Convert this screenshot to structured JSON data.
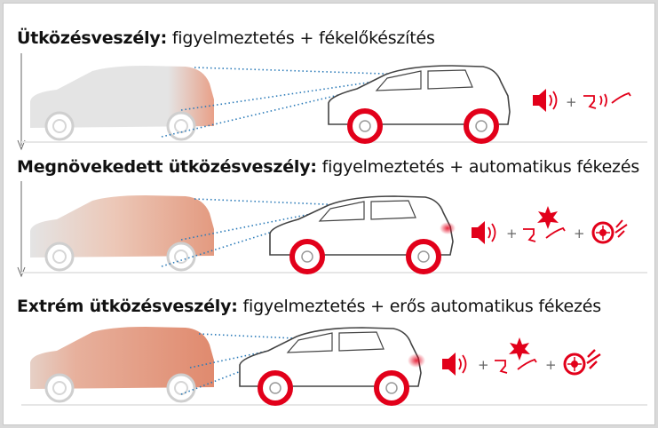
{
  "rows": [
    {
      "heading": "Ütközésveszély:",
      "detail": "figyelmeztetés + fékelőkészítés",
      "level": 1
    },
    {
      "heading": "Megnövekedett ütközésveszély:",
      "detail": "figyelmeztetés + automatikus fékezés",
      "level": 2
    },
    {
      "heading": "Extrém ütközésveszély:",
      "detail": "figyelmeztetés + erős automatikus fékezés",
      "level": 3
    }
  ],
  "plus_sign": "+",
  "colors": {
    "accent": "#e2001a",
    "front_car_fill": "#e8e8e8",
    "danger_glow": "#e07a5f",
    "radar": "#2a7ab8"
  },
  "icons": [
    "speaker-icon",
    "brake-pedal-icon",
    "impact-star-icon",
    "wheel-brake-icon"
  ]
}
